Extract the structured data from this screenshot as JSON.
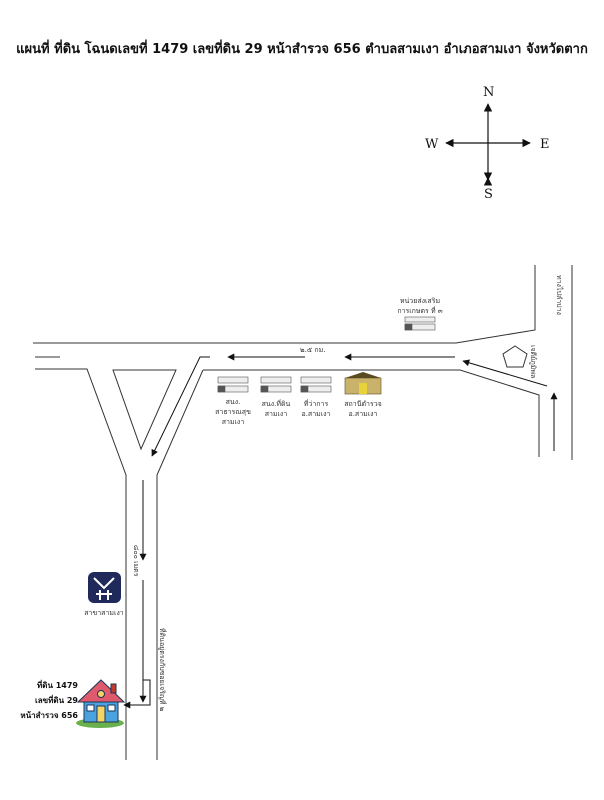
{
  "title": "แผนที่ ที่ดิน โฉนดเลขที่ 1479 เลขที่ดิน 29 หน้าสำรวจ 656 ตำบลสามเงา อำเภอสามเงา จังหวัดตาก",
  "compass": {
    "north": "N",
    "south": "S",
    "west": "W",
    "east": "E"
  },
  "roads": {
    "to_lampang": "ทางไปลำปาง",
    "distance_main": "๒.๕ กม.",
    "distance_side": "๘๐๐ เมตร",
    "soi_note": "ที่ดินอยู่ตรงกับซอยเจริญที่ ๒"
  },
  "landmarks": {
    "agri_unit_line1": "หน่วยส่งเสริม",
    "agri_unit_line2": "การเกษตร ที่ ๓",
    "monument": "เจดีย์ภูมิพล",
    "health_office": [
      "สนง.",
      "สาธารณสุข",
      "สามเงา"
    ],
    "land_office": [
      "สนง.ที่ดิน",
      "สามเงา"
    ],
    "district_office": [
      "ที่ว่าการ",
      "อ.สามเงา"
    ],
    "police_station": [
      "สถานีตำรวจ",
      "อ.สามเงา"
    ],
    "bank_branch": "สาขาสามเงา"
  },
  "plot": {
    "line1": "ที่ดิน 1479",
    "line2": "เลขที่ดิน 29",
    "line3": "หน้าสำรวจ 656"
  },
  "colors": {
    "road": "#333333",
    "house_wall": "#4aa3df",
    "house_roof": "#e05a6d",
    "bank": "#1f2a5a"
  }
}
